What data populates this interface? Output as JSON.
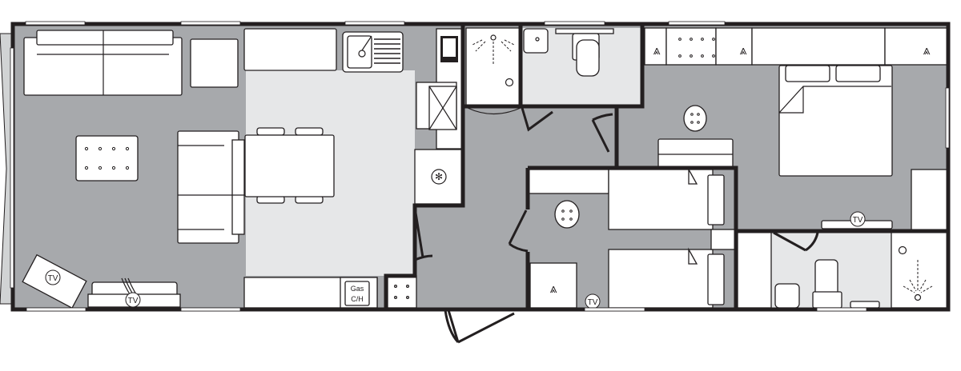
{
  "floorplan": {
    "labels": {
      "tv_living_corner": "TV",
      "tv_living_fire": "TV",
      "tv_bedroom2": "TV",
      "tv_master": "TV",
      "boiler_line1": "Gas",
      "boiler_line2": "C/H"
    },
    "colors": {
      "floor": "#a7a9ac",
      "wet_floor": "#e6e7e8",
      "walls": "#231f20",
      "furniture": "#ffffff"
    }
  }
}
